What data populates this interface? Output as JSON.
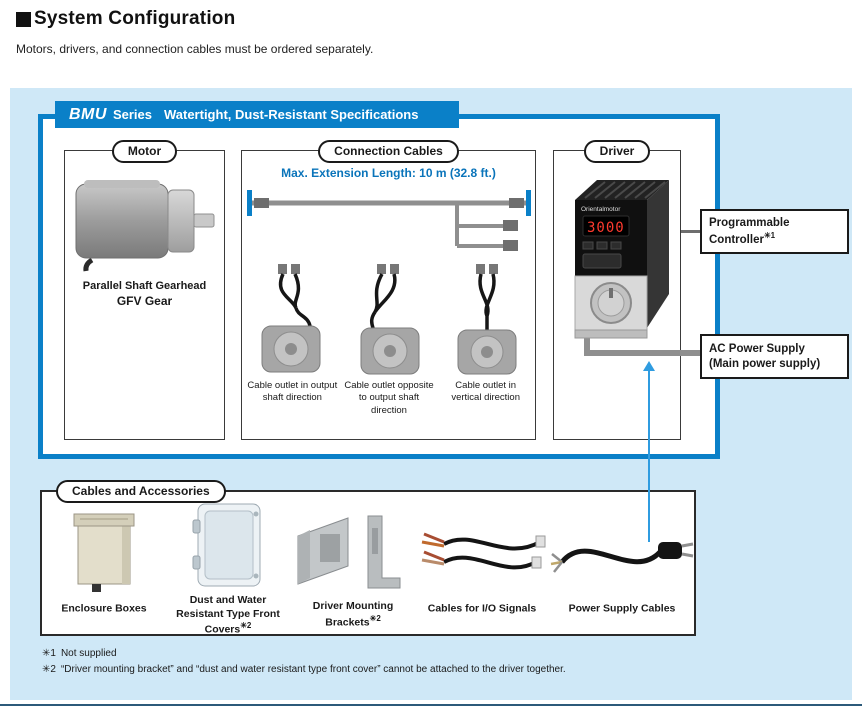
{
  "page": {
    "title": "System Configuration",
    "subtitle": "Motors, drivers, and connection cables must be ordered separately."
  },
  "series_bar": {
    "brand": "BMU",
    "series": "Series",
    "spec": "Watertight, Dust-Resistant Specifications"
  },
  "motor": {
    "label": "Motor",
    "caption_line1": "Parallel Shaft Gearhead",
    "caption_line2": "GFV Gear"
  },
  "connection_cables": {
    "label": "Connection Cables",
    "max_length": "Max. Extension Length: 10 m (32.8 ft.)",
    "variants": [
      {
        "caption": "Cable outlet in output shaft direction"
      },
      {
        "caption": "Cable outlet opposite to output shaft direction"
      },
      {
        "caption": "Cable outlet in vertical direction"
      }
    ]
  },
  "driver": {
    "label": "Driver",
    "brand": "Orientalmotor",
    "display_value": "3000"
  },
  "connections": {
    "programmable_controller": {
      "label": "Programmable Controller",
      "note": "✳1"
    },
    "ac_power_supply": {
      "line1": "AC Power Supply",
      "line2": "(Main power supply)"
    }
  },
  "accessories": {
    "label": "Cables and Accessories",
    "items": [
      {
        "caption": "Enclosure Boxes",
        "note": ""
      },
      {
        "caption": "Dust and Water Resistant Type Front Covers",
        "note": "✳2"
      },
      {
        "caption": "Driver Mounting Brackets",
        "note": "✳2"
      },
      {
        "caption": "Cables for I/O Signals",
        "note": ""
      },
      {
        "caption": "Power Supply Cables",
        "note": ""
      }
    ]
  },
  "footnotes": {
    "f1_marker": "✳1",
    "f1_text": "Not supplied",
    "f2_marker": "✳2",
    "f2_text": "“Driver mounting bracket” and “dust and water resistant type front cover” cannot be attached to the driver together."
  },
  "colors": {
    "accent_blue": "#0a80c8",
    "panel_blue": "#cfe8f7",
    "arrow_blue": "#2f9ce0",
    "display_red": "#ff3a2e"
  }
}
